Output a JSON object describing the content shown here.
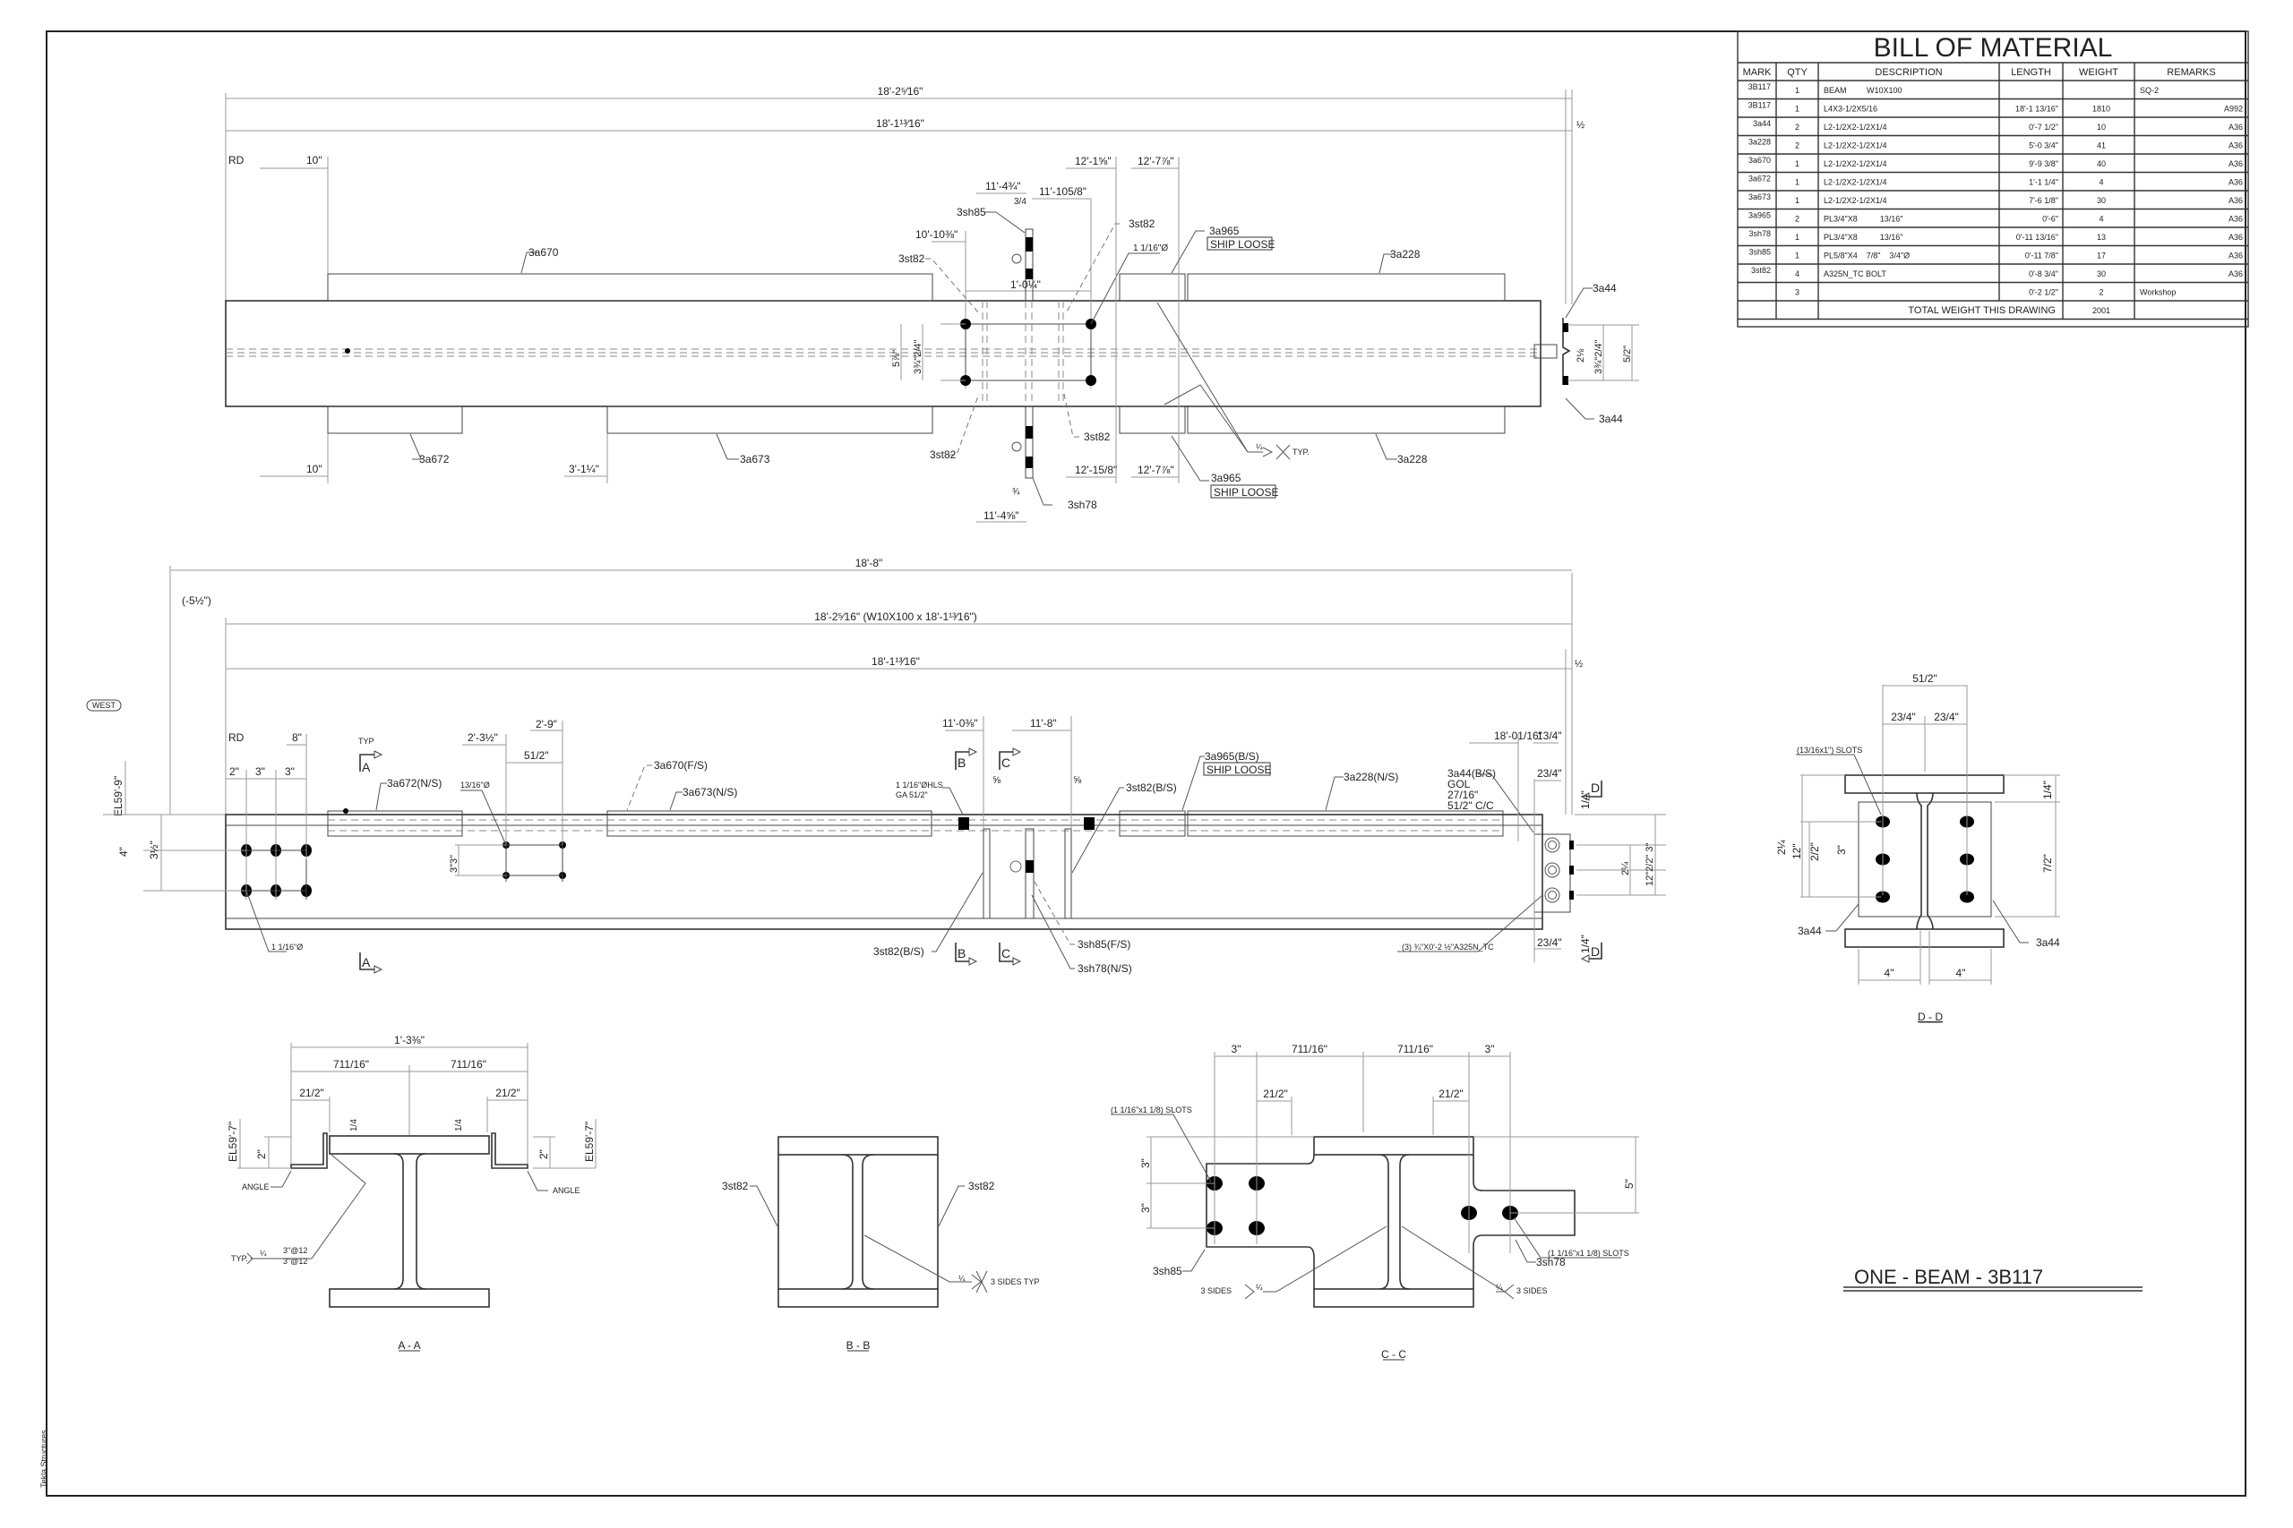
{
  "sheet": {
    "software_credit": "Tekla Structures",
    "assembly_title": "ONE - BEAM - 3B117"
  },
  "bom": {
    "title": "BILL OF MATERIAL",
    "columns": [
      "MARK",
      "QTY",
      "DESCRIPTION",
      "LENGTH",
      "WEIGHT",
      "REMARKS"
    ],
    "rows": [
      {
        "mark": "3B117",
        "qty": "1",
        "description": "BEAM         W10X100",
        "length": "",
        "weight": "",
        "remarks": "SQ-2",
        "remarks_align": "left"
      },
      {
        "mark": "3B117",
        "qty": "1",
        "description": "L4X3-1/2X5/16",
        "length": "18'-1 13/16\"",
        "weight": "1810",
        "remarks": "A992",
        "remarks_align": "right"
      },
      {
        "mark": "3a44",
        "qty": "2",
        "description": "L2-1/2X2-1/2X1/4",
        "length": "0'-7 1/2\"",
        "weight": "10",
        "remarks": "A36",
        "remarks_align": "right"
      },
      {
        "mark": "3a228",
        "qty": "2",
        "description": "L2-1/2X2-1/2X1/4",
        "length": "5'-0 3/4\"",
        "weight": "41",
        "remarks": "A36",
        "remarks_align": "right"
      },
      {
        "mark": "3a670",
        "qty": "1",
        "description": "L2-1/2X2-1/2X1/4",
        "length": "9'-9 3/8\"",
        "weight": "40",
        "remarks": "A36",
        "remarks_align": "right"
      },
      {
        "mark": "3a672",
        "qty": "1",
        "description": "L2-1/2X2-1/2X1/4",
        "length": "1'-1 1/4\"",
        "weight": "4",
        "remarks": "A36",
        "remarks_align": "right"
      },
      {
        "mark": "3a673",
        "qty": "1",
        "description": "L2-1/2X2-1/2X1/4",
        "length": "7'-6 1/8\"",
        "weight": "30",
        "remarks": "A36",
        "remarks_align": "right"
      },
      {
        "mark": "3a965",
        "qty": "2",
        "description": "PL3/4\"X8          13/16\"",
        "length": "0'-6\"",
        "weight": "4",
        "remarks": "A36",
        "remarks_align": "right"
      },
      {
        "mark": "3sh78",
        "qty": "1",
        "description": "PL3/4\"X8          13/16\"",
        "length": "0'-11 13/16\"",
        "weight": "13",
        "remarks": "A36",
        "remarks_align": "right"
      },
      {
        "mark": "3sh85",
        "qty": "1",
        "description": "PL5/8\"X4    7/8\"    3/4\"Ø",
        "length": "0'-11 7/8\"",
        "weight": "17",
        "remarks": "A36",
        "remarks_align": "right"
      },
      {
        "mark": "3st82",
        "qty": "4",
        "description": "A325N_TC BOLT",
        "length": "0'-8 3/4\"",
        "weight": "30",
        "remarks": "A36",
        "remarks_align": "right"
      },
      {
        "mark": "",
        "qty": "3",
        "description": "",
        "length": "0'-2 1/2\"",
        "weight": "2",
        "remarks": "Workshop",
        "remarks_align": "left"
      }
    ],
    "total_label": "TOTAL WEIGHT THIS DRAWING",
    "total_weight": "2001"
  },
  "plan_view": {
    "dim_overall": "18'-2⁵⁄16\"",
    "dim_beam": "18'-1¹³⁄16\"",
    "rd": "RD",
    "dim_10_top": "10\"",
    "dim_10_bot": "10\"",
    "dim_3_11": "3'-1¼\"",
    "dim_10_10": "10'-10⅜\"",
    "dim_11_4_3_4": "11'-4¾\"",
    "dim_3_4_top": "3/4",
    "dim_11_10_5_8": "11'-105/8\"",
    "dim_1_0_1_4": "1'-0¼\"",
    "dim_12_1_5_8_top": "12'-1⅝\"",
    "dim_12_7_7_8_top": "12'-7⅞\"",
    "dim_12_1_5_8_bot": "12'-15/8\"",
    "dim_12_7_7_8_bot": "12'-7⅞\"",
    "dim_3_4_bot": "¾",
    "dim_11_4_5_8": "11'-4⅝\"",
    "dim_half_top": "½",
    "dim_gage_a": "5⅞\"",
    "dim_gage_b": "3¾\"2/4\"",
    "dim_right_a": "2⅛",
    "dim_right_b": "3¾\"2/4\"",
    "dim_right_c": "5/2\"",
    "hole_dia": "1 1/16\"Ø",
    "typ": "TYP.",
    "weld_size": "¼",
    "labels": {
      "a670": "3a670",
      "a672": "3a672",
      "a673": "3a673",
      "a228_top": "3a228",
      "a228_bot": "3a228",
      "a44_top": "3a44",
      "a44_bot": "3a44",
      "sh85": "3sh85",
      "sh78": "3sh78",
      "st82_tl": "3st82",
      "st82_tr": "3st82",
      "st82_bl": "3st82",
      "st82_br": "3st82",
      "a965_top": "3a965",
      "a965_bot": "3a965",
      "ship_loose_top": "SHIP LOOSE",
      "ship_loose_bot": "SHIP LOOSE"
    }
  },
  "elevation_view": {
    "dim_18_8": "18'-8\"",
    "dim_neg": "(-5½\")",
    "dim_overall": "18'-2⁵⁄16\" (W10X100 x 18'-1¹³⁄16\")",
    "dim_beam": "18'-1¹³⁄16\"",
    "dim_half": "½",
    "west": "WEST",
    "elevation": "EL59'-9\"",
    "rd": "RD",
    "dim_8": "8\"",
    "dim_2": "2\"",
    "dim_3a": "3\"",
    "dim_3b": "3\"",
    "dim_4": "4\"",
    "dim_3_1_2": "3½\"",
    "dim_2_3_1_2": "2'-3½\"",
    "dim_2_9": "2'-9\"",
    "dim_5_1_2": "51/2\"",
    "dim_3_3": "3\"3\"",
    "hole_13_16": "13/16\"Ø",
    "hole_1_1_16": "1 1/16\"Ø",
    "typ": "TYP",
    "dim_11_0_3_8": "11'-0⅜\"",
    "dim_11_8": "11'-8\"",
    "dim_5_8_a": "⅝",
    "dim_5_8_b": "⅝",
    "hls_note_1": "1 1/16\"ØHLS",
    "hls_note_2": "GA 51/2\"",
    "dim_18_0_1_16": "18'-01/16\"",
    "dim_13_4": "13/4\"",
    "dim_23_4_top": "23/4\"",
    "dim_23_4_bot": "23/4\"",
    "dim_1_4_top": "1/4\"",
    "dim_1_4_bot": "1/4\"",
    "dim_2_1_4": "2¼",
    "dim_stack": "12\"2/2\" 3\"",
    "bolt_note": "(3) ¾\"X0'-2  ½\"A325N_TC",
    "a44_note": [
      "3a44(B/S)",
      "GOL",
      "27/16\"",
      "51/2\" C/C"
    ],
    "labels": {
      "a672": "3a672(N/S)",
      "a670": "3a670(F/S)",
      "a673": "3a673(N/S)",
      "a965": "3a965(B/S)",
      "ship_loose": "SHIP LOOSE",
      "a228": "3a228(N/S)",
      "st82_top": "3st82(B/S)",
      "st82_bot": "3st82(B/S)",
      "sh85": "3sh85(F/S)",
      "sh78": "3sh78(N/S)"
    },
    "section_marks": {
      "a": "A",
      "b": "B",
      "c": "C",
      "d": "D"
    }
  },
  "section_aa": {
    "title": "A - A",
    "dim_overall": "1'-3⅜\"",
    "dim_left": "711/16\"",
    "dim_right": "711/16\"",
    "dim_21_2_l": "21/2\"",
    "dim_21_2_r": "21/2\"",
    "dim_1_4_l": "1/4",
    "dim_1_4_r": "1/4",
    "dim_2_l": "2\"",
    "dim_2_r": "2\"",
    "el_l": "EL59'-7\"",
    "el_r": "EL59'-7\"",
    "angle_l": "ANGLE",
    "angle_r": "ANGLE",
    "typ": "TYP.",
    "weld_a": "3\"@12",
    "weld_b": "3\"@12",
    "weld_size": "¼"
  },
  "section_bb": {
    "title": "B - B",
    "st82_l": "3st82",
    "st82_r": "3st82",
    "weld_note": "3 SIDES TYP",
    "weld_size": "¼"
  },
  "section_cc": {
    "title": "C - C",
    "dim_3_l": "3\"",
    "dim_3_r": "3\"",
    "dim_711_l": "711/16\"",
    "dim_711_r": "711/16\"",
    "dim_21_2_l": "21/2\"",
    "dim_21_2_r": "21/2\"",
    "dim_v3_a": "3\"",
    "dim_v3_b": "3\"",
    "dim_v5": "5\"",
    "slots_l": "(1 1/16\"x1 1/8) SLOTS",
    "slots_r": "(1 1/16\"x1 1/8) SLOTS",
    "sh85": "3sh85",
    "sh78": "3sh78",
    "sides_l": "3 SIDES",
    "sides_r": "3 SIDES",
    "weld_size": "¼"
  },
  "section_dd": {
    "title": "D - D",
    "dim_51_2": "51/2\"",
    "dim_23_4_l": "23/4\"",
    "dim_23_4_r": "23/4\"",
    "slots": "(13/16x1\") SLOTS",
    "dim_1_4": "1/4\"",
    "dim_7_2": "7/2\"",
    "dim_12": "12\"",
    "dim_2_2": "2/2\"",
    "dim_3": "3\"",
    "dim_2_1_4": "2¼",
    "dim_4_l": "4\"",
    "dim_4_r": "4\"",
    "a44_l": "3a44",
    "a44_r": "3a44"
  }
}
